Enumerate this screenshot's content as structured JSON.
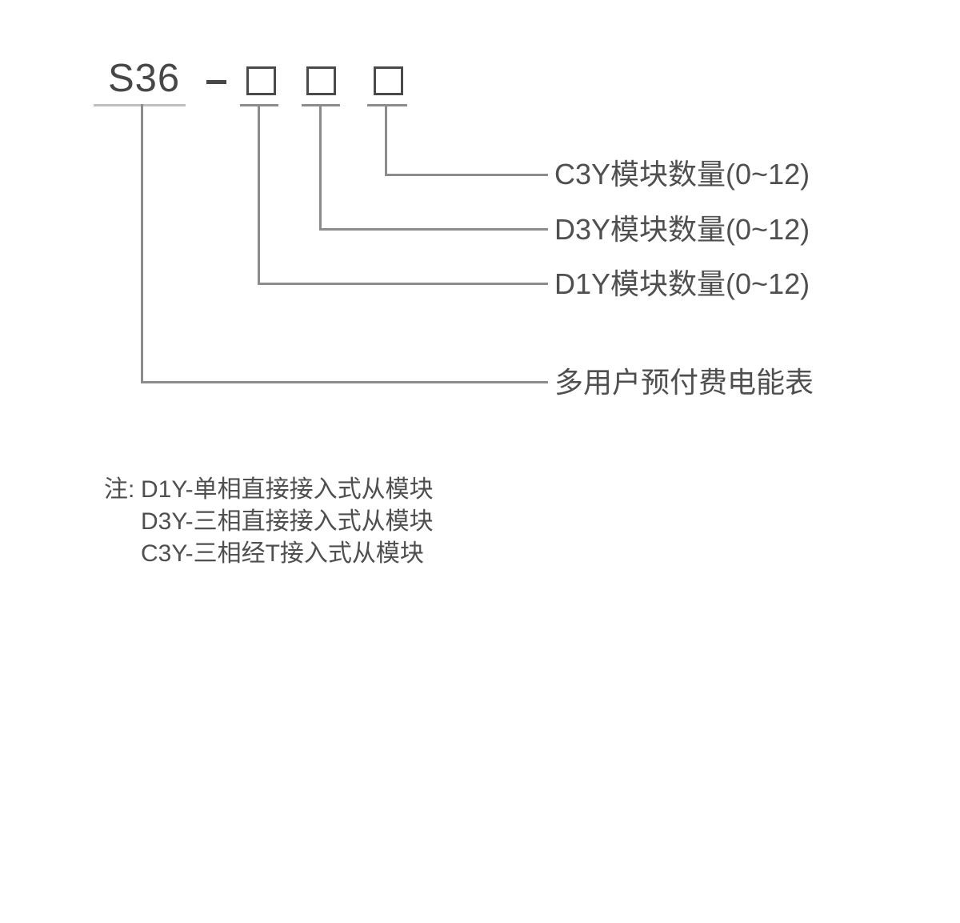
{
  "diagram": {
    "model_prefix": "S36",
    "digit_boxes": [
      "",
      "",
      ""
    ],
    "callouts": [
      {
        "id": "c3y",
        "label": "C3Y模块数量(0~12)"
      },
      {
        "id": "d3y",
        "label": "D3Y模块数量(0~12)"
      },
      {
        "id": "d1y",
        "label": "D1Y模块数量(0~12)"
      },
      {
        "id": "meter",
        "label": "多用户预付费电能表"
      }
    ]
  },
  "note": {
    "prefix": "注:",
    "lines": [
      "D1Y-单相直接接入式从模块",
      "D3Y-三相直接接入式从模块",
      "C3Y-三相经T接入式从模块"
    ]
  },
  "colors": {
    "ink": "#4a4a4a",
    "connector_line": "#8c8c8c",
    "prefix_underline": "#bfbfbf",
    "background": "#ffffff"
  }
}
